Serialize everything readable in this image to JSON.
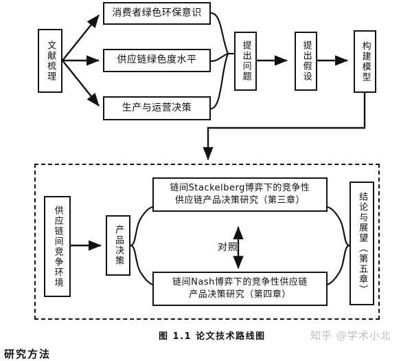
{
  "figure": {
    "caption": "图 1.1  论文技术路线图",
    "watermark": "知乎 @学术小北",
    "bottom_text": "研究方法",
    "colors": {
      "stroke": "#111111",
      "background": "#ffffff",
      "watermark": "#bdbdbd"
    }
  },
  "top_flow": {
    "source": {
      "label": "文献梳理",
      "orientation": "vertical"
    },
    "review_topics": [
      {
        "label": "消费者绿色环保意识",
        "orientation": "horizontal"
      },
      {
        "label": "供应链绿色度水平",
        "orientation": "horizontal"
      },
      {
        "label": "生产与运营决策",
        "orientation": "horizontal"
      }
    ],
    "stages": [
      {
        "label": "提出问题",
        "orientation": "vertical"
      },
      {
        "label": "提出假设",
        "orientation": "vertical"
      },
      {
        "label": "构建模型",
        "orientation": "vertical"
      }
    ]
  },
  "research_region": {
    "context": {
      "label": "供应链间竞争环境",
      "orientation": "vertical"
    },
    "decision": {
      "label": "产品决策",
      "orientation": "vertical"
    },
    "studies": [
      {
        "line1": "链间Stackelberg博弈下的竞争性",
        "line2": "供应链产品决策研究（第三章）"
      },
      {
        "line1": "链间Nash博弈下的竞争性供应链",
        "line2": "产品决策研究（第四章）"
      }
    ],
    "comparison_label": "对照",
    "conclusion": {
      "label": "结论与展望（第五章）",
      "orientation": "vertical"
    }
  }
}
